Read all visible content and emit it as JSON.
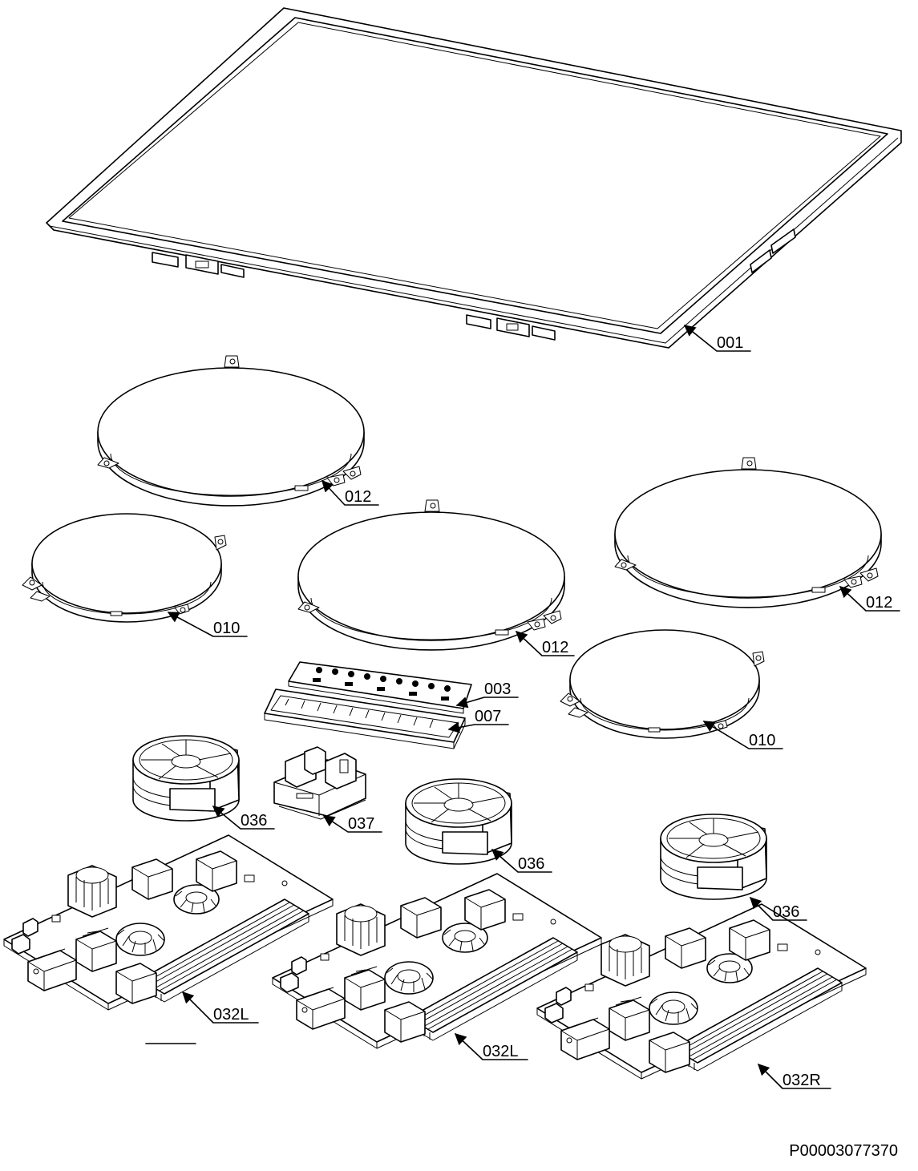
{
  "document_id": "P00003077370",
  "callouts": {
    "c001": "001",
    "c012a": "012",
    "c012b": "012",
    "c012c": "012",
    "c010a": "010",
    "c010b": "010",
    "c003": "003",
    "c007": "007",
    "c036a": "036",
    "c036b": "036",
    "c036c": "036",
    "c037": "037",
    "c032a": "032L",
    "c032b": "032L",
    "c032c": "032R"
  }
}
